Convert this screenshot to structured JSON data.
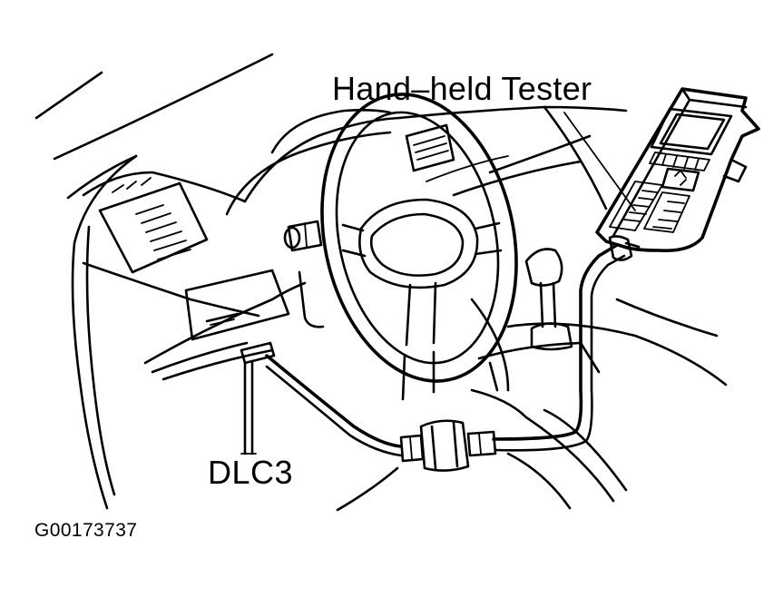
{
  "diagram": {
    "labels": {
      "tester": "Hand–held Tester",
      "connector": "DLC3"
    },
    "figure_id": "G00173737",
    "stroke_color": "#000000",
    "background_color": "#ffffff"
  }
}
